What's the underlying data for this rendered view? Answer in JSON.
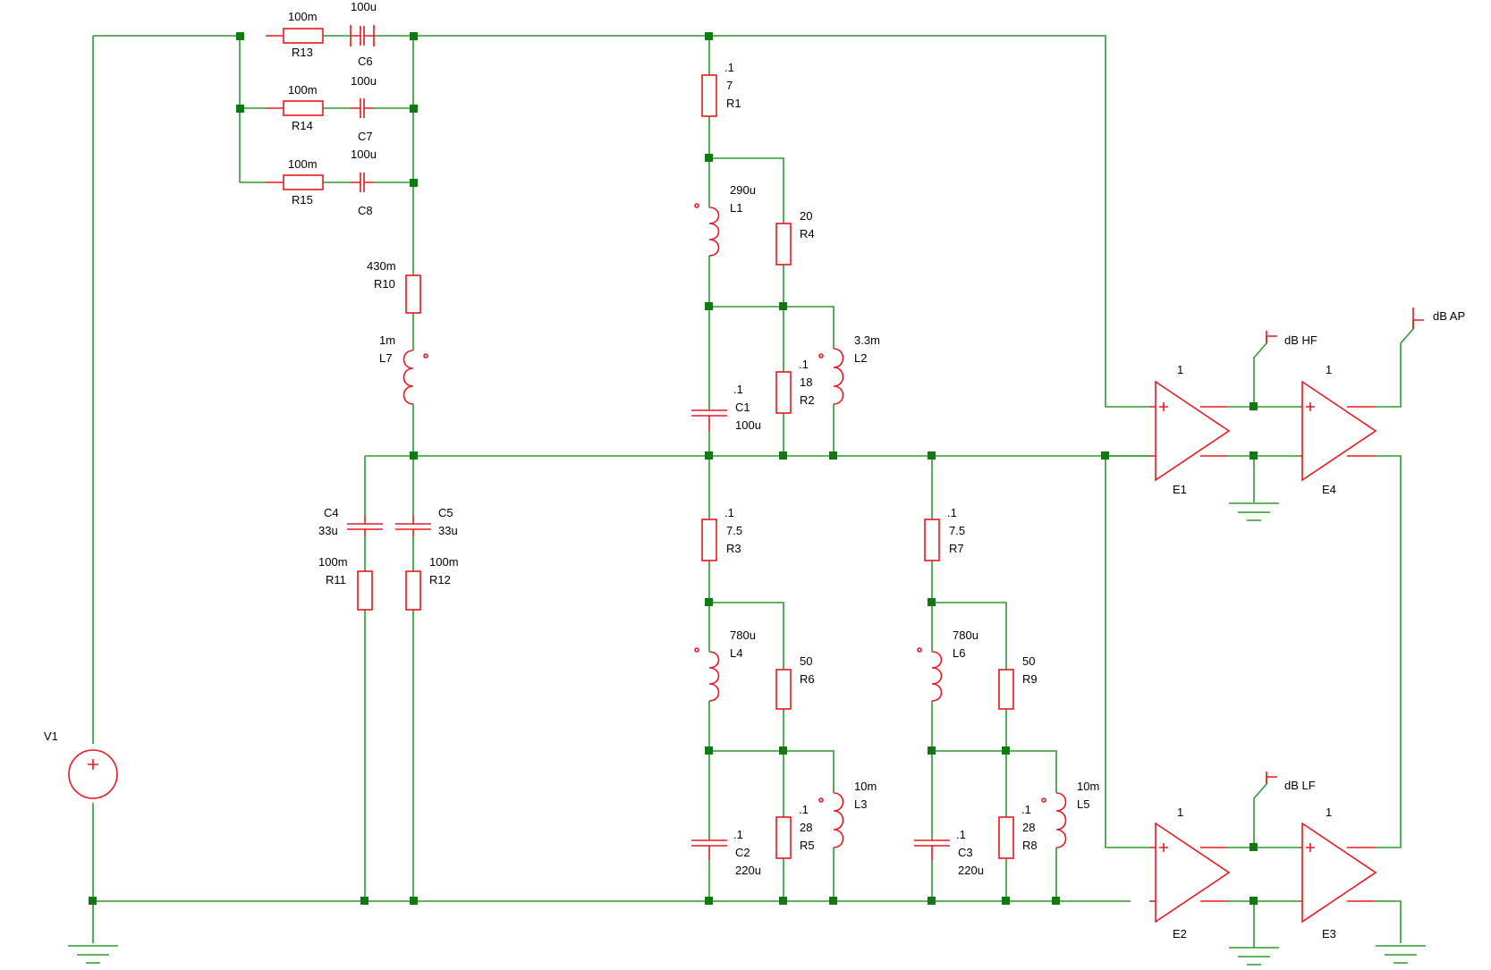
{
  "colors": {
    "wire": "#2f9a2f",
    "component": "#e8181c",
    "node": "#0f7a0f",
    "text": "#000000",
    "background": "#ffffff"
  },
  "source": {
    "name": "V1"
  },
  "probes": {
    "hf": "dB HF",
    "lf": "dB LF",
    "ap": "dB AP"
  },
  "components": {
    "R13": {
      "name": "R13",
      "value": "100m"
    },
    "R14": {
      "name": "R14",
      "value": "100m"
    },
    "R15": {
      "name": "R15",
      "value": "100m"
    },
    "C6": {
      "name": "C6",
      "value": "100u"
    },
    "C7": {
      "name": "C7",
      "value": "100u"
    },
    "C8": {
      "name": "C8",
      "value": "100u"
    },
    "R10": {
      "name": "R10",
      "value": "430m"
    },
    "L7": {
      "name": "L7",
      "value": "1m"
    },
    "C4": {
      "name": "C4",
      "value": "33u"
    },
    "C5": {
      "name": "C5",
      "value": "33u"
    },
    "R11": {
      "name": "R11",
      "value": "100m"
    },
    "R12": {
      "name": "R12",
      "value": "100m"
    },
    "R1": {
      "name": "R1",
      "value": "7",
      "tol": ".1"
    },
    "L1": {
      "name": "L1",
      "value": "290u"
    },
    "R4": {
      "name": "R4",
      "value": "20"
    },
    "C1": {
      "name": "C1",
      "value": "100u",
      "tol": ".1"
    },
    "R2": {
      "name": "R2",
      "value": "18",
      "tol": ".1"
    },
    "L2": {
      "name": "L2",
      "value": "3.3m"
    },
    "R3": {
      "name": "R3",
      "value": "7.5",
      "tol": ".1"
    },
    "L4": {
      "name": "L4",
      "value": "780u"
    },
    "R6": {
      "name": "R6",
      "value": "50"
    },
    "C2": {
      "name": "C2",
      "value": "220u",
      "tol": ".1"
    },
    "R5": {
      "name": "R5",
      "value": "28",
      "tol": ".1"
    },
    "L3": {
      "name": "L3",
      "value": "10m"
    },
    "R7": {
      "name": "R7",
      "value": "7.5",
      "tol": ".1"
    },
    "L6": {
      "name": "L6",
      "value": "780u"
    },
    "R9": {
      "name": "R9",
      "value": "50"
    },
    "C3": {
      "name": "C3",
      "value": "220u",
      "tol": ".1"
    },
    "R8": {
      "name": "R8",
      "value": "28",
      "tol": ".1"
    },
    "L5": {
      "name": "L5",
      "value": "10m"
    },
    "E1": {
      "name": "E1",
      "gain": "1"
    },
    "E2": {
      "name": "E2",
      "gain": "1"
    },
    "E3": {
      "name": "E3",
      "gain": "1"
    },
    "E4": {
      "name": "E4",
      "gain": "1"
    }
  }
}
